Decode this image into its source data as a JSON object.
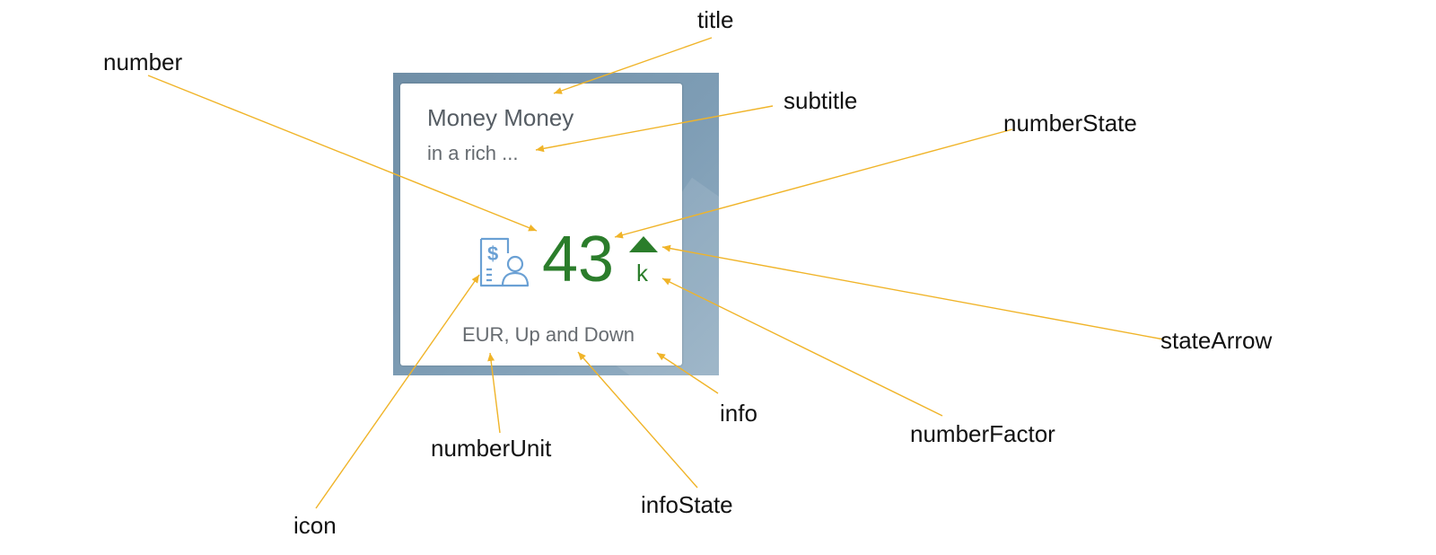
{
  "tile": {
    "title": "Money Money",
    "subtitle": "in a rich ...",
    "number": "43",
    "number_factor": "k",
    "info": "EUR, Up and Down",
    "state_arrow": "up",
    "icon": "receipt-person-icon"
  },
  "colors": {
    "positive": "#2b7d2b",
    "annotation_line": "#f0b429",
    "tile_background": "#7e9db5",
    "icon": "#6aa0d4",
    "text_gray": "#666b70"
  },
  "annotations": [
    {
      "id": "title",
      "label": "title"
    },
    {
      "id": "number",
      "label": "number"
    },
    {
      "id": "subtitle",
      "label": "subtitle"
    },
    {
      "id": "numberState",
      "label": "numberState"
    },
    {
      "id": "stateArrow",
      "label": "stateArrow"
    },
    {
      "id": "info",
      "label": "info"
    },
    {
      "id": "numberFactor",
      "label": "numberFactor"
    },
    {
      "id": "numberUnit",
      "label": "numberUnit"
    },
    {
      "id": "infoState",
      "label": "infoState"
    },
    {
      "id": "icon",
      "label": "icon"
    }
  ]
}
